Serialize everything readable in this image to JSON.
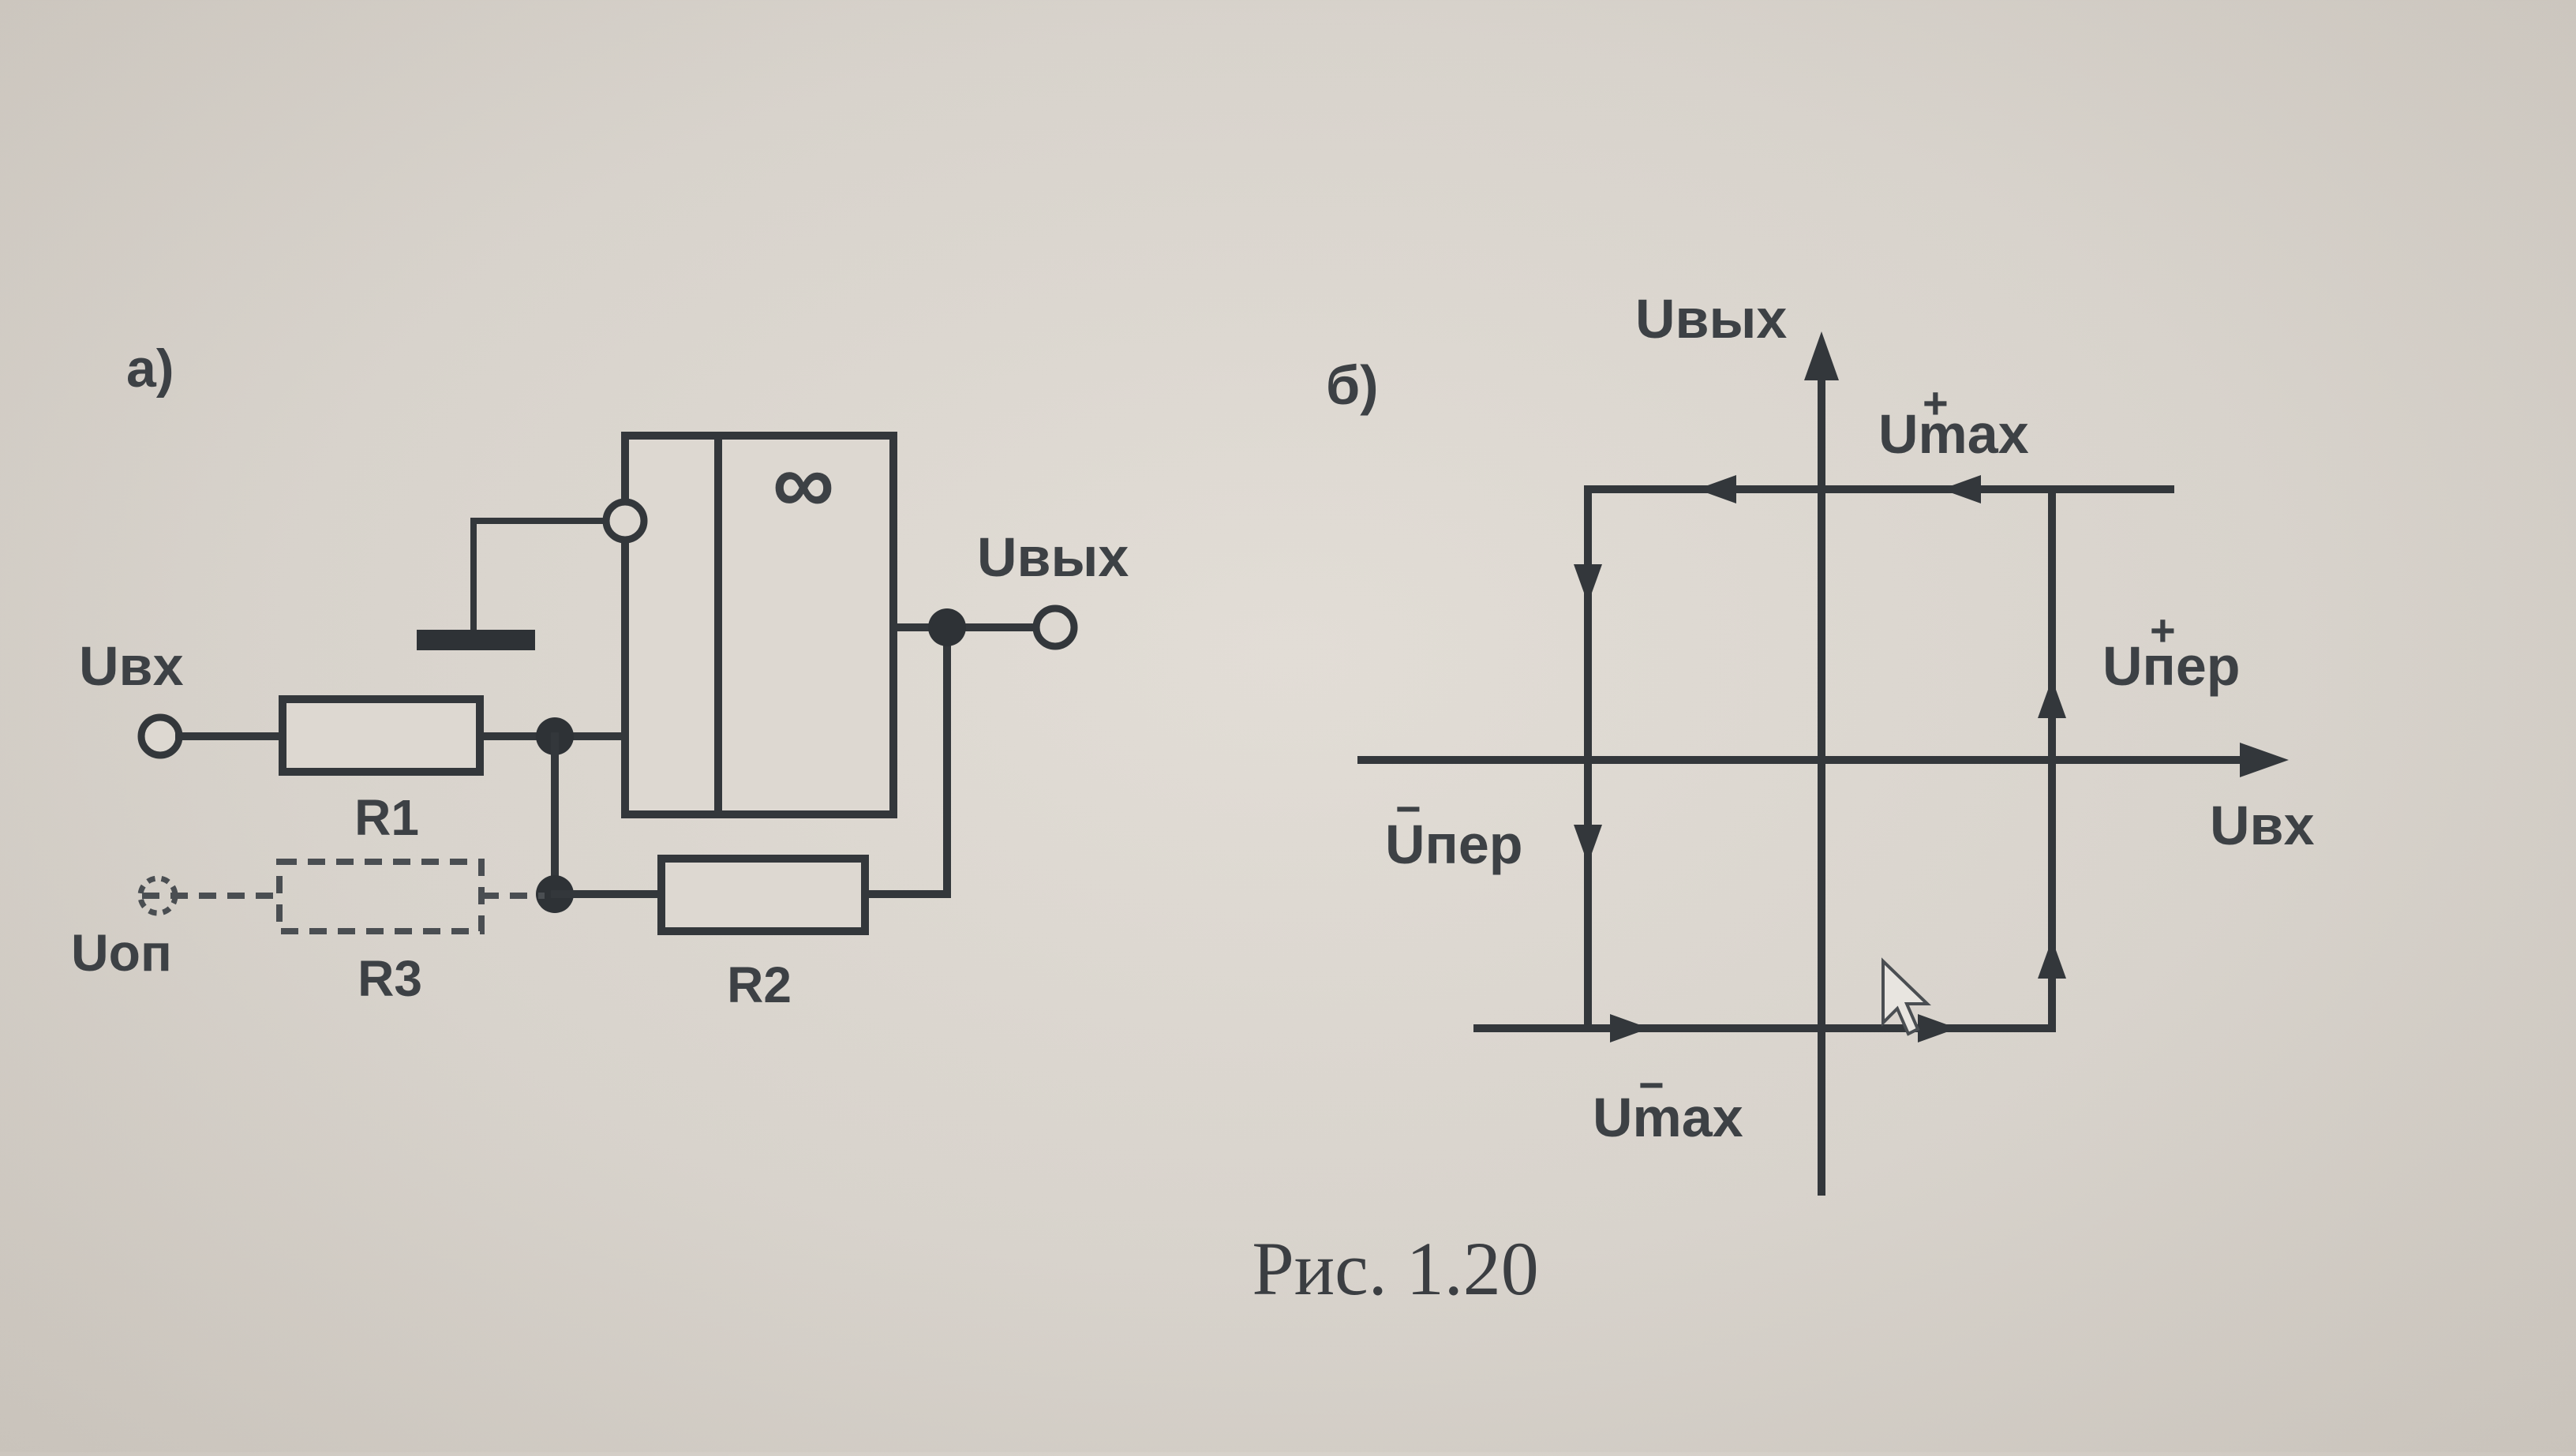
{
  "figure": {
    "caption": "Рис. 1.20",
    "panel_a": {
      "label": "а)",
      "input_label": "Uвх",
      "output_label": "Uвых",
      "reference_label": "Uоп",
      "r1_label": "R1",
      "r2_label": "R2",
      "r3_label": "R3",
      "opamp_symbol": "∞"
    },
    "panel_b": {
      "label": "б)",
      "y_axis_label": "Uвых",
      "x_axis_label": "Uвх",
      "umax_pos_label": "Umax",
      "umax_pos_sign": "+",
      "umax_neg_label": "Umax",
      "umax_neg_sign": "−",
      "uper_pos_label": "Uпер",
      "uper_pos_sign": "+",
      "uper_neg_label": "Uпер",
      "uper_neg_sign": "−"
    }
  },
  "colors": {
    "ink": "#33373b",
    "paper": "#ddd8d1"
  }
}
